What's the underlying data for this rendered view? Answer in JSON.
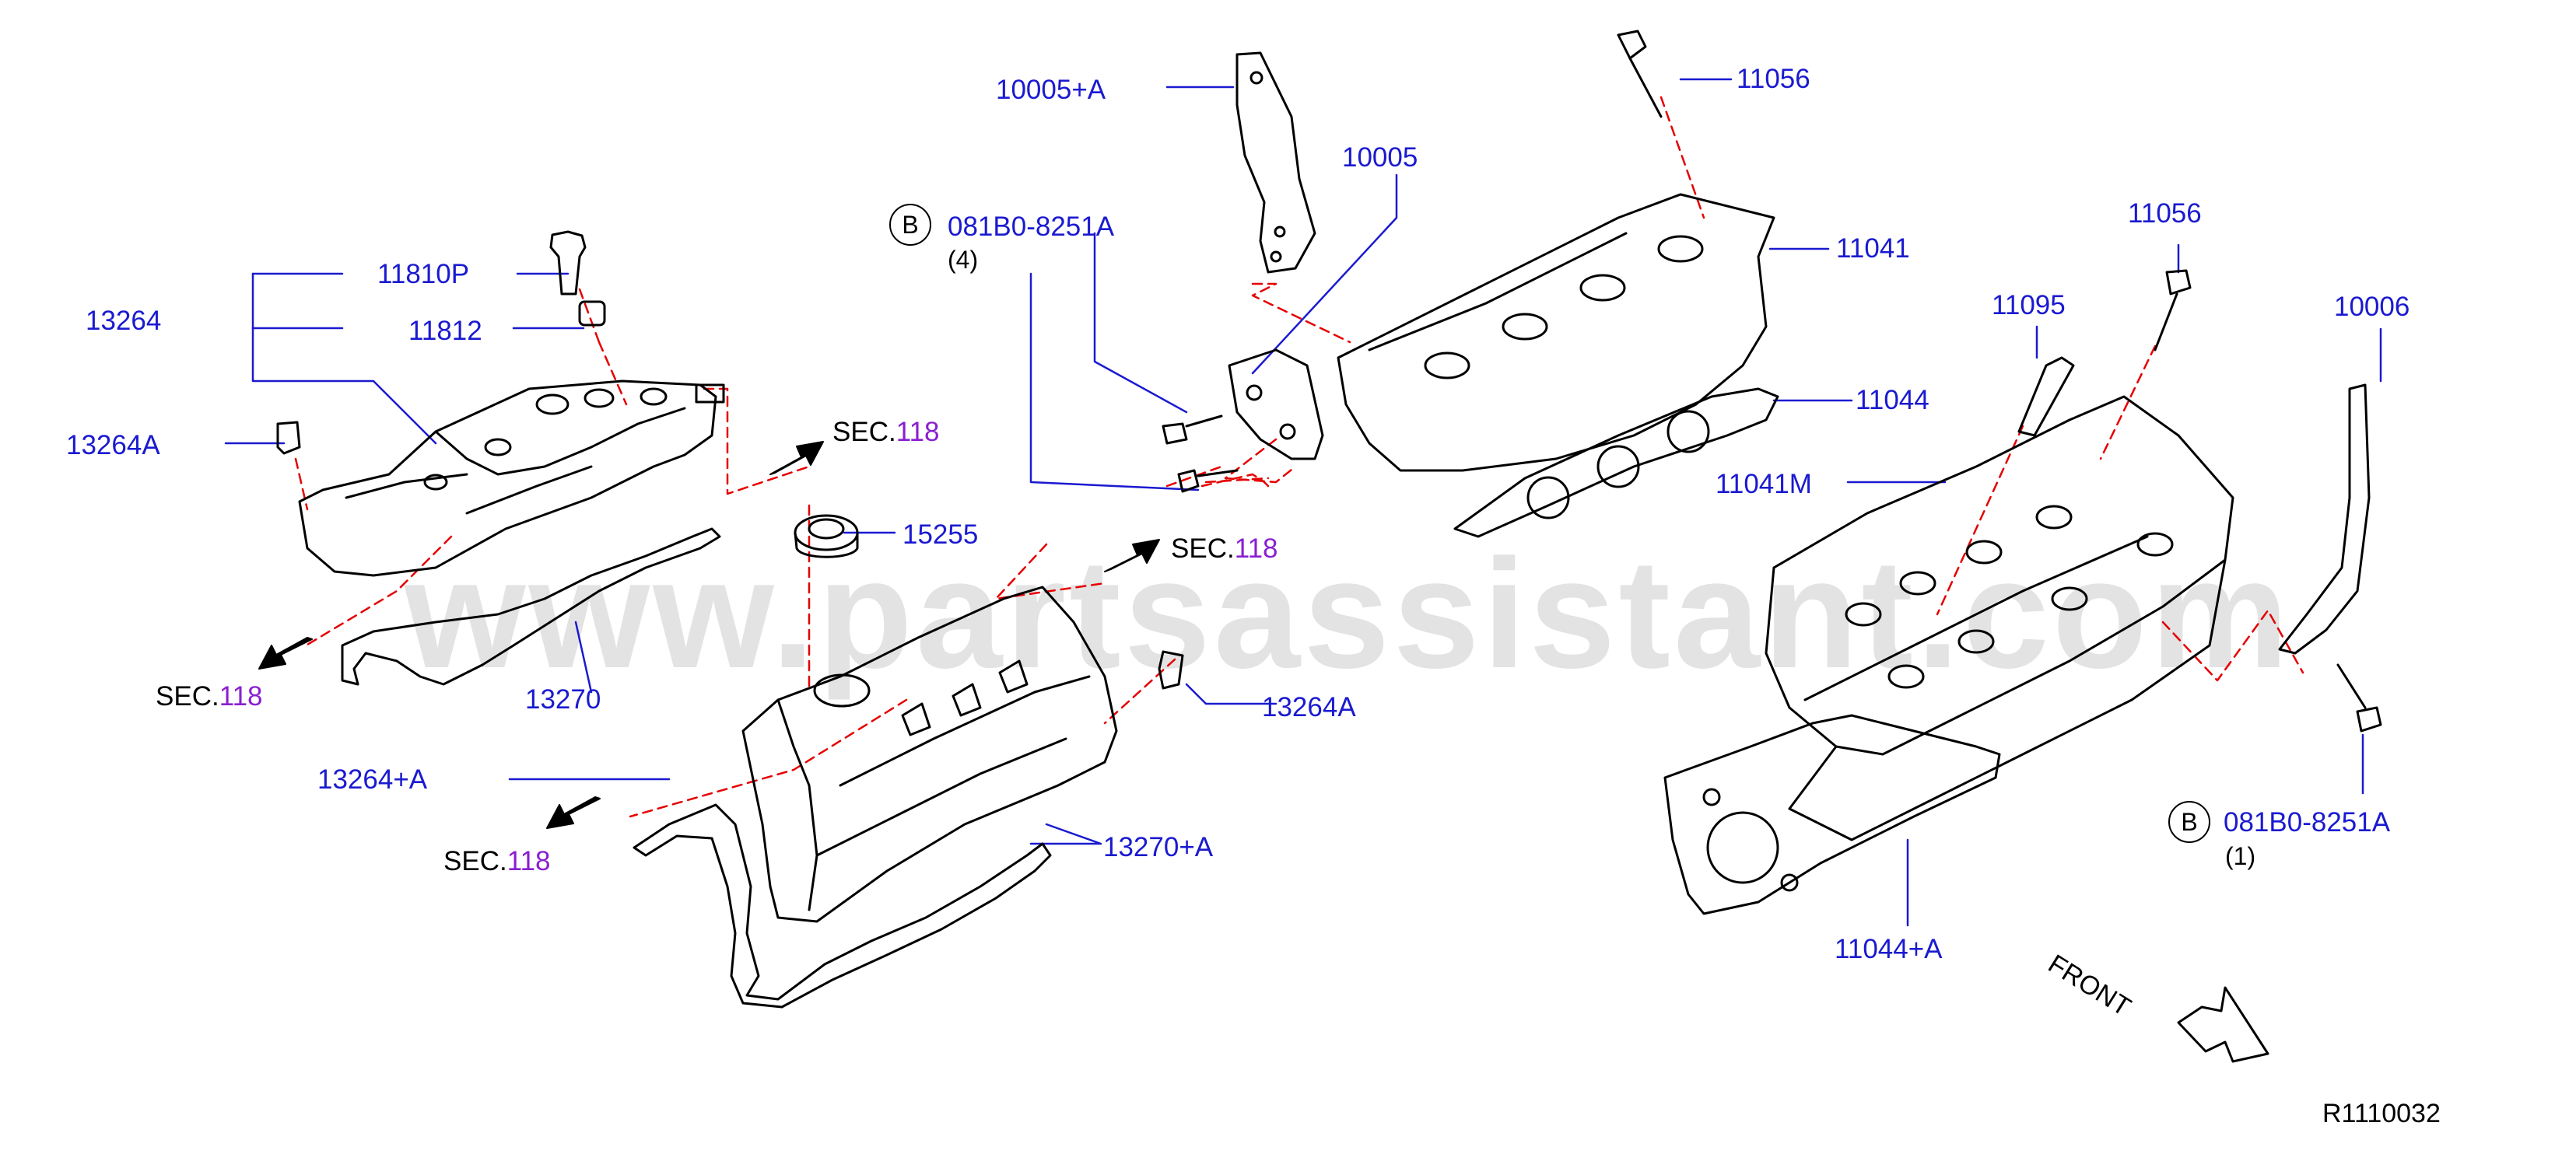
{
  "watermark": "www.partsassistant.com",
  "diagram_code": "R1110032",
  "front_label": "FRONT",
  "colors": {
    "callout": "#1a1ad0",
    "section_number": "#8a1fd0",
    "connector": "#e60000",
    "outline": "#000000",
    "watermark": "#e3e3e3"
  },
  "bolt_ref": {
    "symbol": "B",
    "part": "081B0-8251A",
    "qty_left": "(4)",
    "qty_right": "(1)"
  },
  "sec_refs": {
    "prefix": "SEC.",
    "number": "118"
  },
  "callouts": {
    "p13264": "13264",
    "p11810p": "11810P",
    "p11812": "11812",
    "p13264a_left": "13264A",
    "p15255": "15255",
    "p13270": "13270",
    "p13264_a": "13264+A",
    "p13264a_right": "13264A",
    "p13270_a": "13270+A",
    "p10005_a": "10005+A",
    "p10005": "10005",
    "p11056_top": "11056",
    "p11041": "11041",
    "p11044": "11044",
    "p11056_right": "11056",
    "p11095": "11095",
    "p10006": "10006",
    "p11041m": "11041M",
    "p11044_a": "11044+A"
  }
}
